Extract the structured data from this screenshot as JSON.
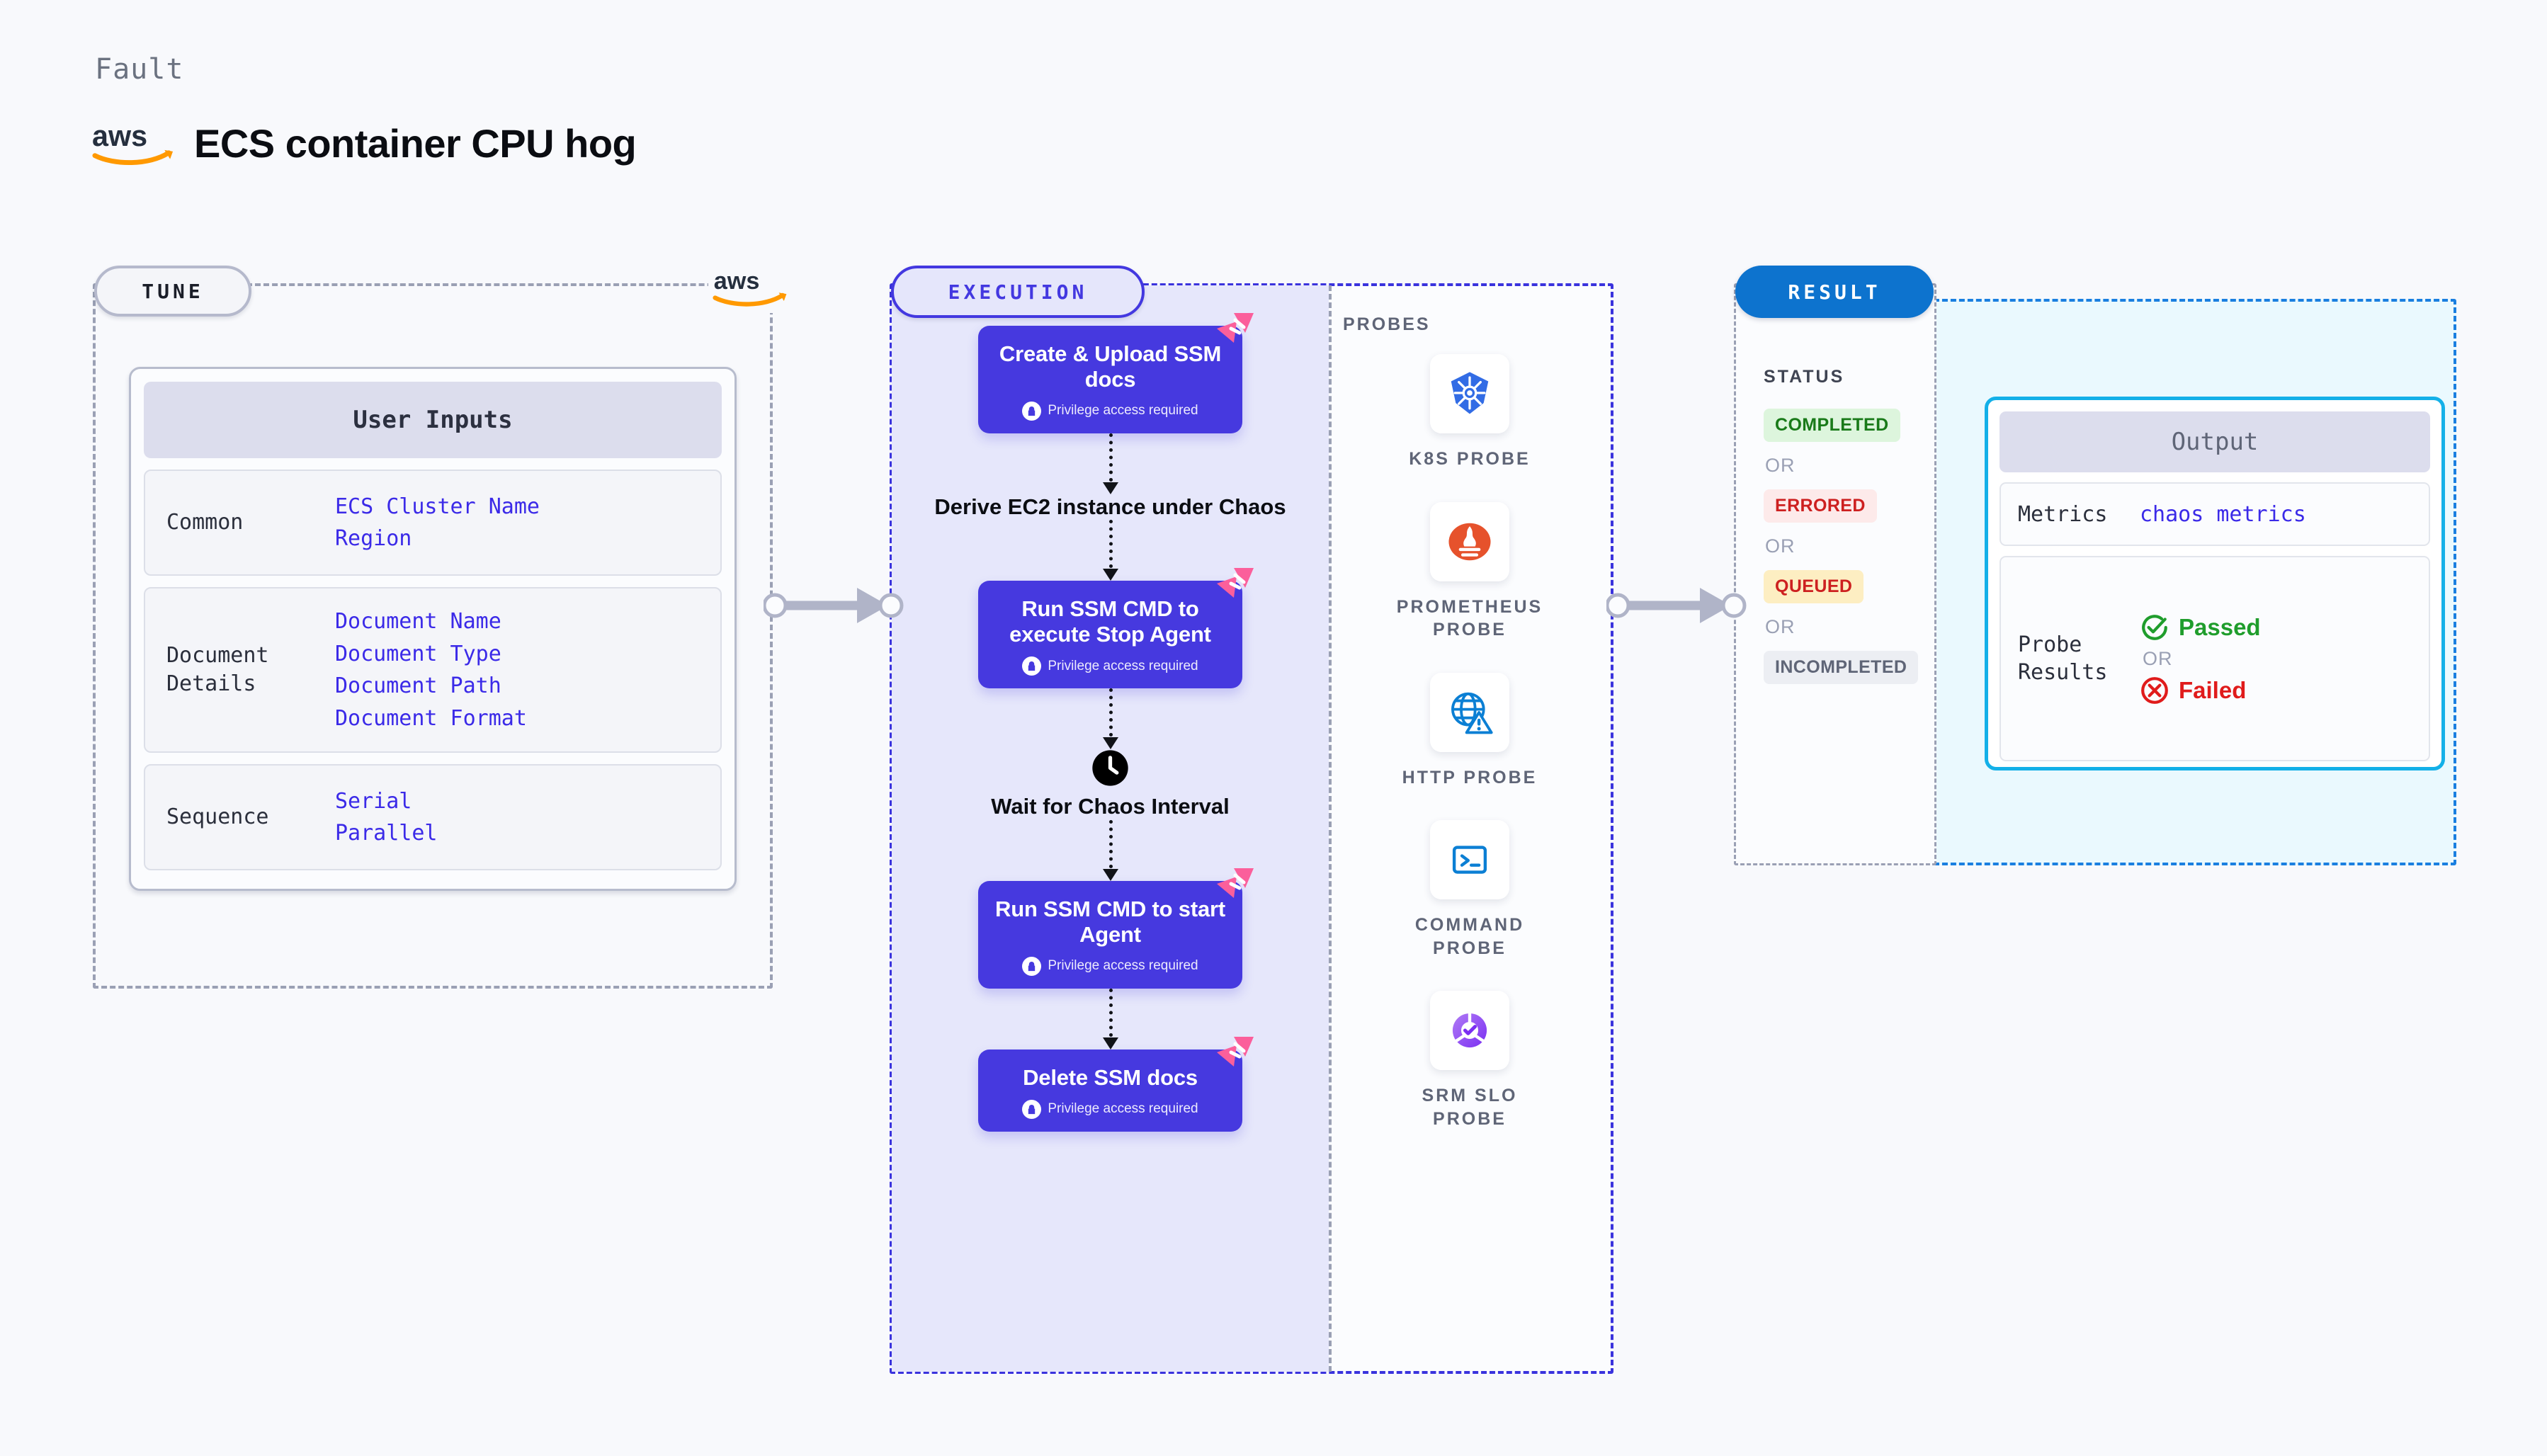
{
  "header": {
    "eyebrow": "Fault",
    "title": "ECS container CPU hog",
    "logo_icon": "aws-logo"
  },
  "tune": {
    "pill_label": "TUNE",
    "provider_icon": "aws-logo",
    "card_title": "User Inputs",
    "groups": [
      {
        "label": "Common",
        "values": [
          "ECS Cluster Name",
          "Region"
        ]
      },
      {
        "label": "Document\nDetails",
        "values": [
          "Document Name",
          "Document Type",
          "Document Path",
          "Document Format"
        ]
      },
      {
        "label": "Sequence",
        "values": [
          "Serial",
          "Parallel"
        ]
      }
    ]
  },
  "execution": {
    "pill_label": "EXECUTION",
    "privilege_note": "Privilege access required",
    "steps": [
      {
        "type": "task",
        "title": "Create & Upload SSM docs",
        "privileged": true,
        "badge_icon": "litmus-ribbon-icon",
        "lock_icon": "lock-icon"
      },
      {
        "type": "plain",
        "title": "Derive EC2 instance under Chaos"
      },
      {
        "type": "task",
        "title": "Run SSM CMD to execute Stop Agent",
        "privileged": true,
        "badge_icon": "litmus-ribbon-icon",
        "lock_icon": "lock-icon"
      },
      {
        "type": "wait",
        "title": "Wait for Chaos Interval",
        "icon": "clock-icon"
      },
      {
        "type": "task",
        "title": "Run SSM CMD to start Agent",
        "privileged": true,
        "badge_icon": "litmus-ribbon-icon",
        "lock_icon": "lock-icon"
      },
      {
        "type": "task",
        "title": "Delete SSM docs",
        "privileged": true,
        "badge_icon": "litmus-ribbon-icon",
        "lock_icon": "lock-icon"
      }
    ]
  },
  "probes": {
    "section_label": "PROBES",
    "items": [
      {
        "label": "K8S PROBE",
        "icon": "kubernetes-icon"
      },
      {
        "label": "PROMETHEUS\nPROBE",
        "icon": "prometheus-icon"
      },
      {
        "label": "HTTP PROBE",
        "icon": "http-globe-icon"
      },
      {
        "label": "COMMAND\nPROBE",
        "icon": "terminal-icon"
      },
      {
        "label": "SRM SLO\nPROBE",
        "icon": "srm-slo-icon"
      }
    ]
  },
  "result": {
    "pill_label": "RESULT",
    "status_label": "STATUS",
    "or_label": "OR",
    "statuses": [
      {
        "text": "COMPLETED",
        "variant": "completed"
      },
      {
        "text": "ERRORED",
        "variant": "errored"
      },
      {
        "text": "QUEUED",
        "variant": "queued"
      },
      {
        "text": "INCOMPLETED",
        "variant": "incompleted"
      }
    ],
    "output": {
      "title": "Output",
      "metrics_label": "Metrics",
      "metrics_value": "chaos metrics",
      "probe_results_label": "Probe\nResults",
      "passed_text": "Passed",
      "failed_text": "Failed",
      "or_label": "OR",
      "passed_icon": "check-circle-icon",
      "failed_icon": "x-circle-icon"
    }
  },
  "connectors": {
    "tune_to_execution": "arrow-right",
    "execution_to_result": "arrow-right"
  },
  "colors": {
    "accent_purple": "#4639df",
    "accent_blue": "#0d73ce",
    "accent_cyan": "#13b0e8",
    "ribbon_pink": "#fb5f9b",
    "mono_value": "#3b2ae8",
    "status_completed": "#197a19",
    "status_errored": "#cd2020",
    "status_queued": "#cd2020",
    "status_incompleted": "#5f6577",
    "passed_green": "#1f9d2c",
    "failed_red": "#e01b1b"
  }
}
